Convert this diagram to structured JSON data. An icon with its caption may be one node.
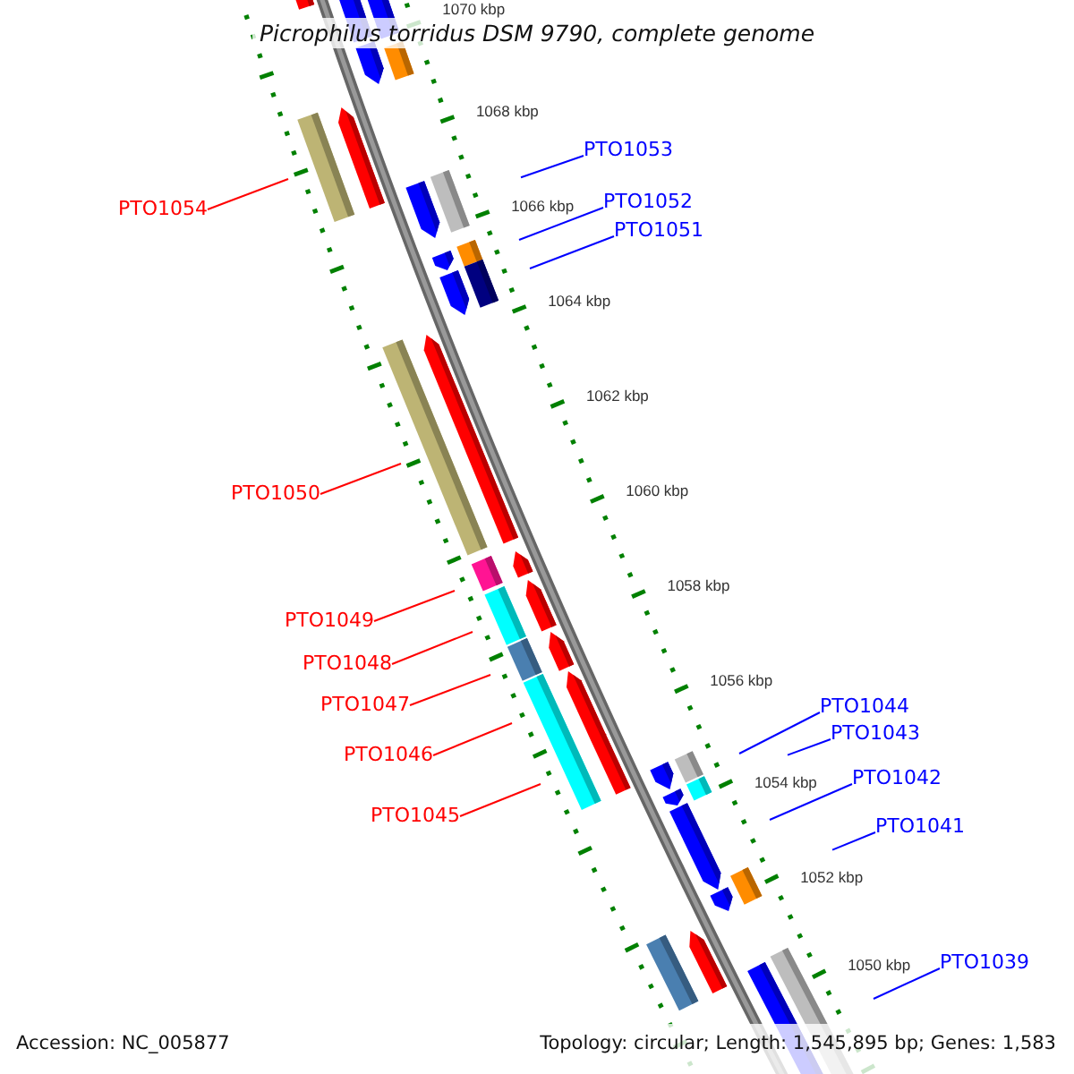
{
  "diagram": {
    "title": "Picrophilus torridus DSM 9790, complete genome",
    "nodes": [
      {
        "text": [
          "PTO1053"
        ]
      },
      {
        "text": [
          "PTO1052"
        ]
      },
      {
        "text": [
          "PTO1054"
        ]
      },
      {
        "text": [
          "PTO1051"
        ]
      },
      {
        "text": [
          "PTO1050"
        ]
      },
      {
        "text": [
          "PTO1049"
        ]
      },
      {
        "text": [
          "PTO1048"
        ]
      },
      {
        "text": [
          "PTO1047"
        ]
      },
      {
        "text": [
          "PTO1044"
        ]
      },
      {
        "text": [
          "PTO1043"
        ]
      },
      {
        "text": [
          "PTO1046"
        ]
      },
      {
        "text": [
          "PTO1042"
        ]
      },
      {
        "text": [
          "PTO1045"
        ]
      },
      {
        "text": [
          "PTO1041"
        ]
      },
      {
        "text": [
          "PTO1039"
        ]
      }
    ],
    "edges": [
      {
        "from": 0,
        "to": null,
        "arrow": "none"
      },
      {
        "from": 1,
        "to": null,
        "arrow": "none"
      },
      {
        "from": 2,
        "to": null,
        "arrow": "none",
        "color": "#ff0000"
      },
      {
        "from": 3,
        "to": null,
        "arrow": "none"
      },
      {
        "from": 4,
        "to": null,
        "arrow": "none",
        "color": "#ff0000"
      },
      {
        "from": 5,
        "to": null,
        "arrow": "none",
        "color": "#ff0000"
      },
      {
        "from": 6,
        "to": null,
        "arrow": "none",
        "color": "#ff0000"
      },
      {
        "from": 7,
        "to": null,
        "arrow": "none",
        "color": "#ff0000"
      },
      {
        "from": 8,
        "to": null,
        "arrow": "none"
      },
      {
        "from": 9,
        "to": null,
        "arrow": "none"
      },
      {
        "from": 10,
        "to": null,
        "arrow": "none",
        "color": "#ff0000"
      },
      {
        "from": 11,
        "to": null,
        "arrow": "none"
      },
      {
        "from": 12,
        "to": null,
        "arrow": "none",
        "color": "#ff0000"
      },
      {
        "from": 13,
        "to": null,
        "arrow": "none"
      },
      {
        "from": 14,
        "to": null,
        "arrow": "none"
      }
    ],
    "labels": [
      "1070 kbp",
      "1068 kbp",
      "1066 kbp",
      "1064 kbp",
      "1062 kbp",
      "1060 kbp",
      "1058 kbp",
      "1056 kbp",
      "1054 kbp",
      "1052 kbp",
      "1050 kbp",
      "Accession: NC_005877",
      "Topology: circular; Length: 1,545,895 bp; Genes: 1,583"
    ]
  }
}
